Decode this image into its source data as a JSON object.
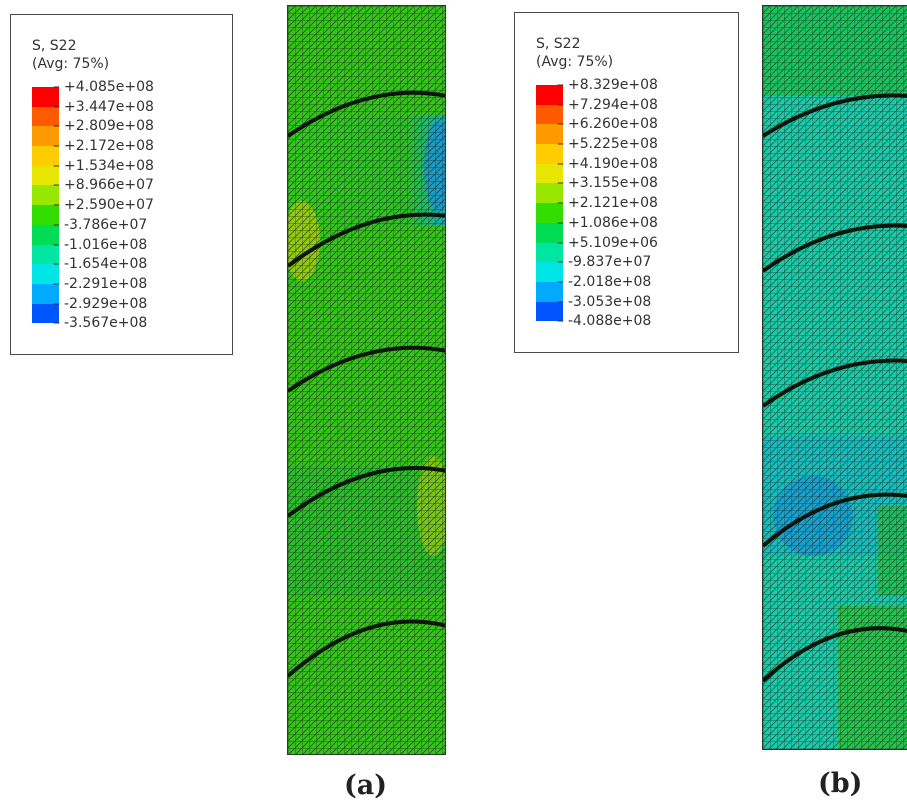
{
  "panel_a": {
    "legend": {
      "title": "S, S22",
      "subtitle": "(Avg: 75%)",
      "values": [
        "+4.085e+08",
        "+3.447e+08",
        "+2.809e+08",
        "+2.172e+08",
        "+1.534e+08",
        "+8.966e+07",
        "+2.590e+07",
        "-3.786e+07",
        "-1.016e+08",
        "-1.654e+08",
        "-2.291e+08",
        "-2.929e+08",
        "-3.567e+08"
      ]
    },
    "caption": "(a)"
  },
  "panel_b": {
    "legend": {
      "title": "S, S22",
      "subtitle": "(Avg: 75%)",
      "values": [
        "+8.329e+08",
        "+7.294e+08",
        "+6.260e+08",
        "+5.225e+08",
        "+4.190e+08",
        "+3.155e+08",
        "+2.121e+08",
        "+1.086e+08",
        "+5.109e+06",
        "-9.837e+07",
        "-2.018e+08",
        "-3.053e+08",
        "-4.088e+08"
      ]
    },
    "caption": "(b)"
  },
  "colors": {
    "scale": [
      "#ff0000",
      "#ff5a00",
      "#ff9900",
      "#ffcc00",
      "#e6e600",
      "#99e600",
      "#33dd00",
      "#00dd55",
      "#00e6a0",
      "#00e6e6",
      "#00aaff",
      "#0055ff",
      "#0000ff"
    ],
    "mesh_lines": "#0d1a0d"
  }
}
